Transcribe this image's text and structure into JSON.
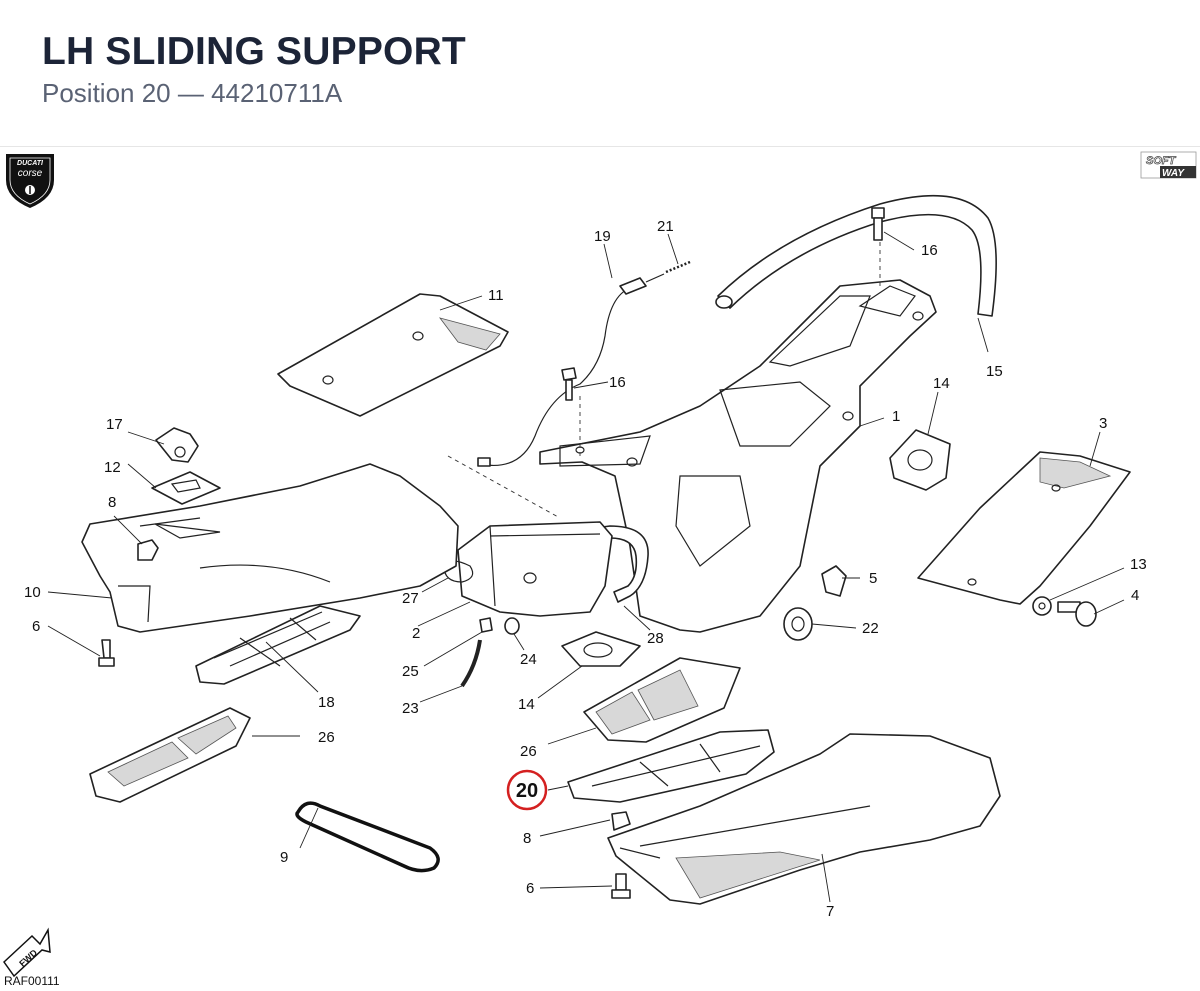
{
  "header": {
    "title": "LH SLIDING SUPPORT",
    "subtitle": "Position 20 — 44210711A"
  },
  "logos": {
    "ducati_line1": "DUCATI",
    "ducati_line2": "corse",
    "softway_line1": "SOFT",
    "softway_line2": "WAY",
    "fwd": "FWD"
  },
  "diagram": {
    "code": "RAF00111",
    "highlight": {
      "label": "20",
      "color": "#d42020"
    },
    "callouts": [
      {
        "id": "c1",
        "label": "1"
      },
      {
        "id": "c2",
        "label": "2"
      },
      {
        "id": "c3",
        "label": "3"
      },
      {
        "id": "c4",
        "label": "4"
      },
      {
        "id": "c5",
        "label": "5"
      },
      {
        "id": "c6a",
        "label": "6"
      },
      {
        "id": "c6b",
        "label": "6"
      },
      {
        "id": "c7",
        "label": "7"
      },
      {
        "id": "c8a",
        "label": "8"
      },
      {
        "id": "c8b",
        "label": "8"
      },
      {
        "id": "c9",
        "label": "9"
      },
      {
        "id": "c10",
        "label": "10"
      },
      {
        "id": "c11",
        "label": "11"
      },
      {
        "id": "c12",
        "label": "12"
      },
      {
        "id": "c13",
        "label": "13"
      },
      {
        "id": "c14a",
        "label": "14"
      },
      {
        "id": "c14b",
        "label": "14"
      },
      {
        "id": "c15",
        "label": "15"
      },
      {
        "id": "c16a",
        "label": "16"
      },
      {
        "id": "c16b",
        "label": "16"
      },
      {
        "id": "c17",
        "label": "17"
      },
      {
        "id": "c18",
        "label": "18"
      },
      {
        "id": "c19",
        "label": "19"
      },
      {
        "id": "c21",
        "label": "21"
      },
      {
        "id": "c22",
        "label": "22"
      },
      {
        "id": "c23",
        "label": "23"
      },
      {
        "id": "c24",
        "label": "24"
      },
      {
        "id": "c25",
        "label": "25"
      },
      {
        "id": "c26a",
        "label": "26"
      },
      {
        "id": "c26b",
        "label": "26"
      },
      {
        "id": "c27",
        "label": "27"
      },
      {
        "id": "c28",
        "label": "28"
      }
    ]
  }
}
